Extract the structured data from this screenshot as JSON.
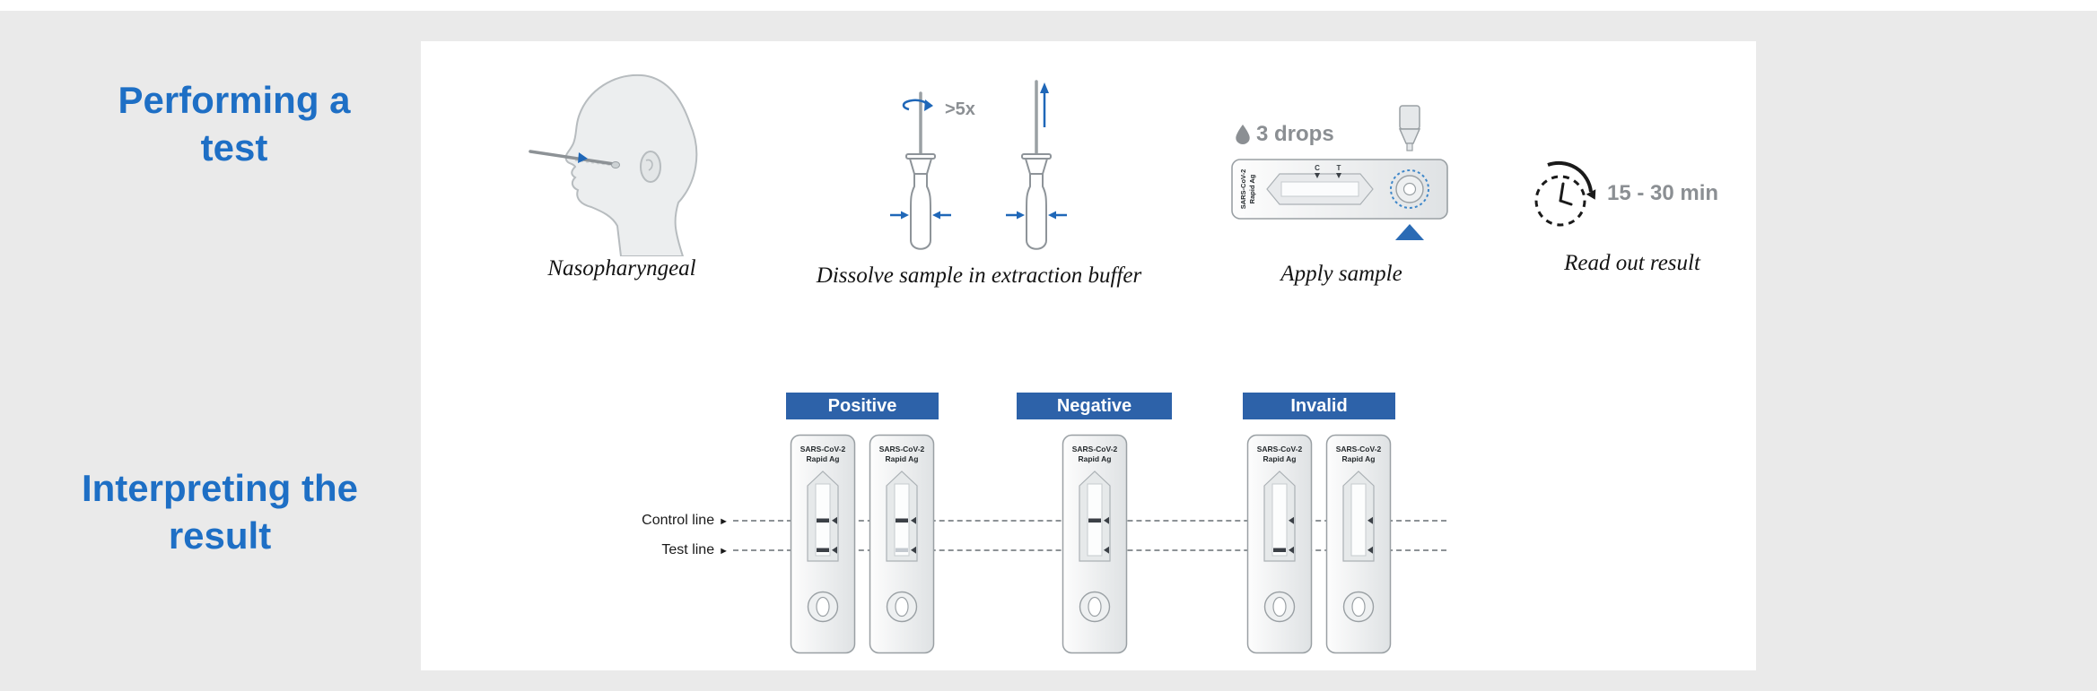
{
  "colors": {
    "heading_blue": "#1e6fc5",
    "chip_blue": "#2d62a9",
    "accent_blue": "#1f67b8",
    "annotation_gray": "#8b8f93",
    "background_gray": "#eaeaea"
  },
  "performing": {
    "heading": "Performing a test",
    "steps": {
      "swab": {
        "caption": "Nasopharyngeal"
      },
      "dissolve": {
        "caption": "Dissolve sample in extraction buffer",
        "swirl_count": ">5x"
      },
      "apply": {
        "caption": "Apply sample",
        "drops": "3 drops"
      },
      "read": {
        "caption": "Read out result",
        "time": "15 - 30 min"
      }
    }
  },
  "interpreting": {
    "heading": "Interpreting the result",
    "row_labels": {
      "control": "Control line",
      "test": "Test line",
      "pointer_icon": "►"
    },
    "groups": [
      {
        "label": "Positive",
        "cassettes": [
          {
            "control_line": true,
            "test_line": "strong"
          },
          {
            "control_line": true,
            "test_line": "faint"
          }
        ]
      },
      {
        "label": "Negative",
        "cassettes": [
          {
            "control_line": true,
            "test_line": "none"
          }
        ]
      },
      {
        "label": "Invalid",
        "cassettes": [
          {
            "control_line": false,
            "test_line": "strong"
          },
          {
            "control_line": false,
            "test_line": "none"
          }
        ]
      }
    ]
  },
  "cassette": {
    "brand_line1": "SARS-CoV-2",
    "brand_line2": "Rapid Ag",
    "window_marks": [
      "C",
      "T"
    ]
  }
}
